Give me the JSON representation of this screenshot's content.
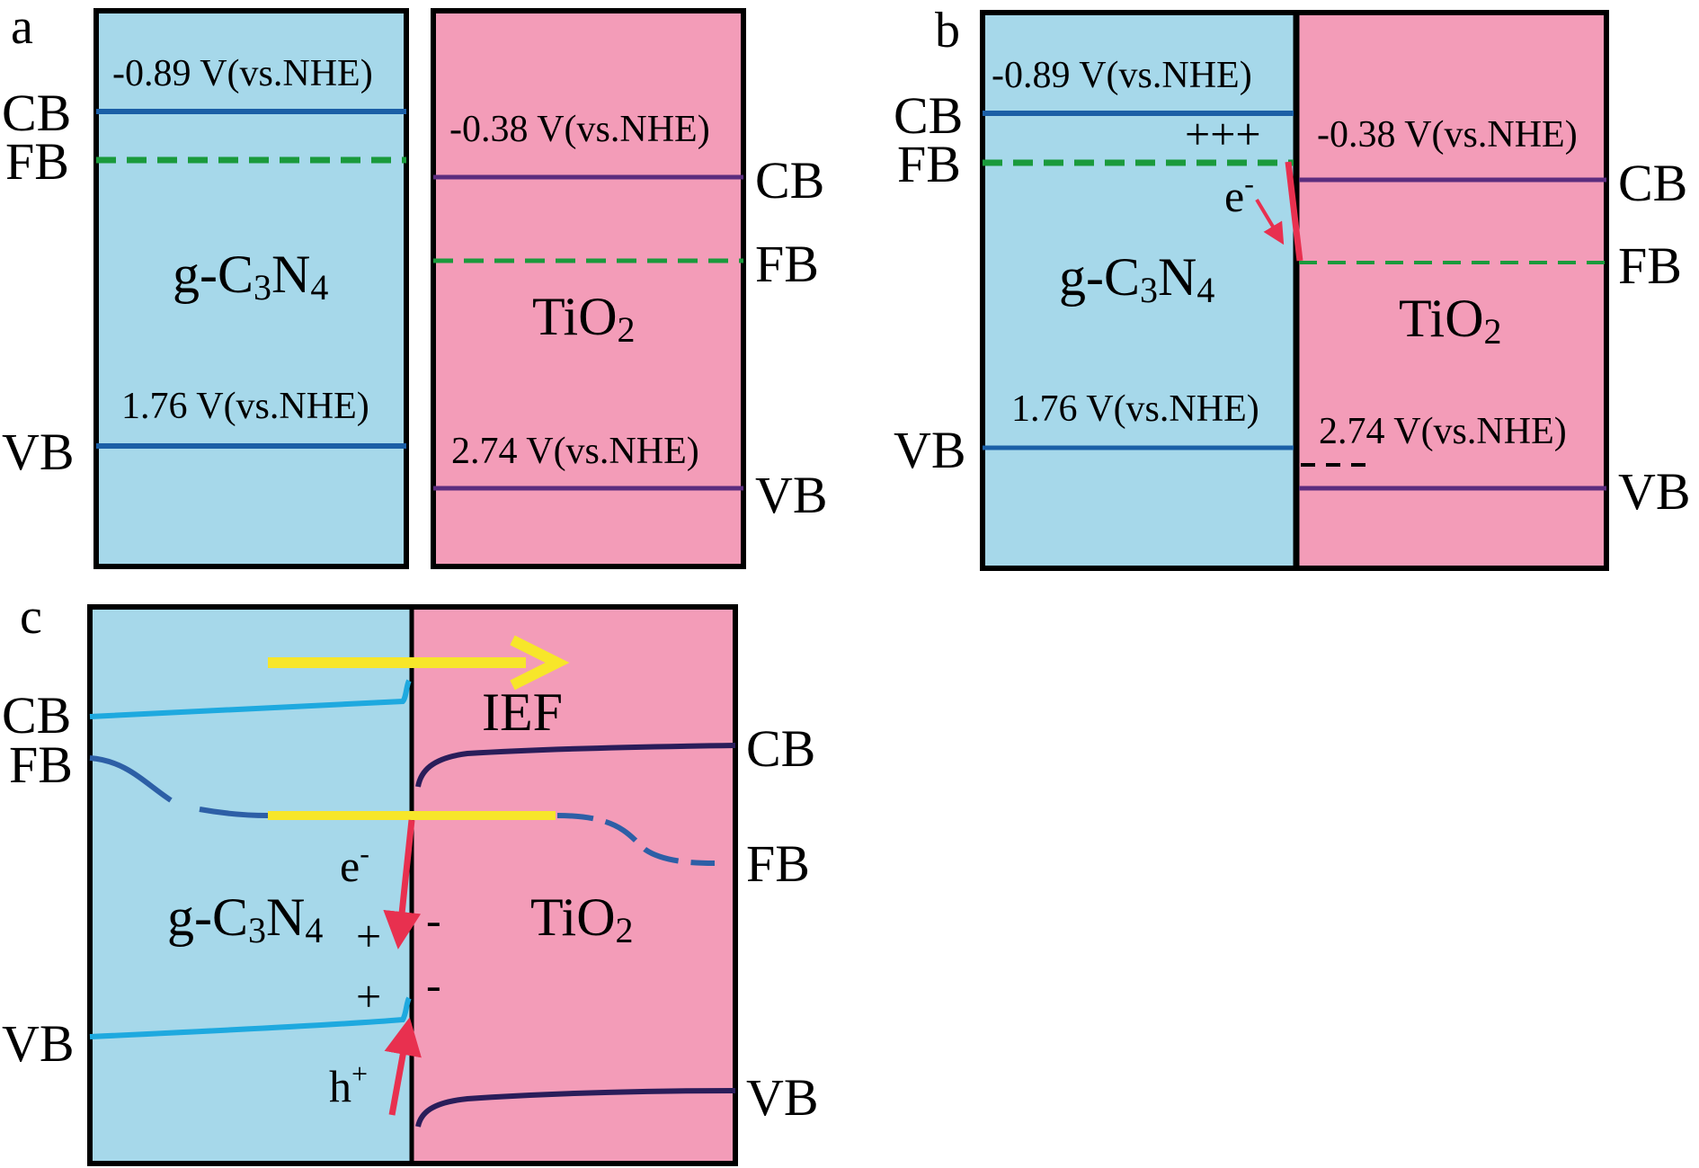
{
  "panels": {
    "a": {
      "label": "a",
      "left_material": "g-C",
      "left_material_sub1": "3",
      "left_material_mid": "N",
      "left_material_sub2": "4",
      "right_material": "TiO",
      "right_material_sub": "2",
      "cb_left": "CB",
      "fb_left": "FB",
      "vb_left": "VB",
      "cb_right": "CB",
      "fb_right": "FB",
      "vb_right": "VB",
      "gcn_cb_potential": "-0.89 V(vs.NHE)",
      "gcn_vb_potential": "1.76 V(vs.NHE)",
      "tio2_cb_potential": "-0.38 V(vs.NHE)",
      "tio2_vb_potential": "2.74 V(vs.NHE)"
    },
    "b": {
      "label": "b",
      "left_material": "g-C",
      "left_material_sub1": "3",
      "left_material_mid": "N",
      "left_material_sub2": "4",
      "right_material": "TiO",
      "right_material_sub": "2",
      "cb_left": "CB",
      "fb_left": "FB",
      "vb_left": "VB",
      "cb_right": "CB",
      "fb_right": "FB",
      "vb_right": "VB",
      "gcn_cb_potential": "-0.89 V(vs.NHE)",
      "gcn_vb_potential": "1.76 V(vs.NHE)",
      "tio2_cb_potential": "-0.38 V(vs.NHE)",
      "tio2_vb_potential": "2.74 V(vs.NHE)",
      "charges": "+++",
      "electron": "e",
      "electron_sup": "-"
    },
    "c": {
      "label": "c",
      "left_material": "g-C",
      "left_material_sub1": "3",
      "left_material_mid": "N",
      "left_material_sub2": "4",
      "right_material": "TiO",
      "right_material_sub": "2",
      "cb_left": "CB",
      "fb_left": "FB",
      "vb_left": "VB",
      "cb_right": "CB",
      "fb_right": "FB",
      "vb_right": "VB",
      "field_label": "IEF",
      "electron": "e",
      "electron_sup": "-",
      "hole": "h",
      "hole_sup": "+",
      "plus_1": "+",
      "plus_2": "+",
      "minus_1": "-",
      "minus_2": "-"
    }
  },
  "colors": {
    "gcn_fill": "#a6d8ea",
    "tio2_fill": "#f39cb8",
    "gcn_band": "#1b5fa6",
    "tio2_band": "#5b2d7e",
    "fermi": "#1a9a3c",
    "arrow": "#e8304f",
    "ief": "#f7e62a",
    "cb_curve_c": "#1ea9df",
    "tio2_curve_c": "#2a1d5a",
    "fb_curve_c": "#2d5fa6"
  }
}
